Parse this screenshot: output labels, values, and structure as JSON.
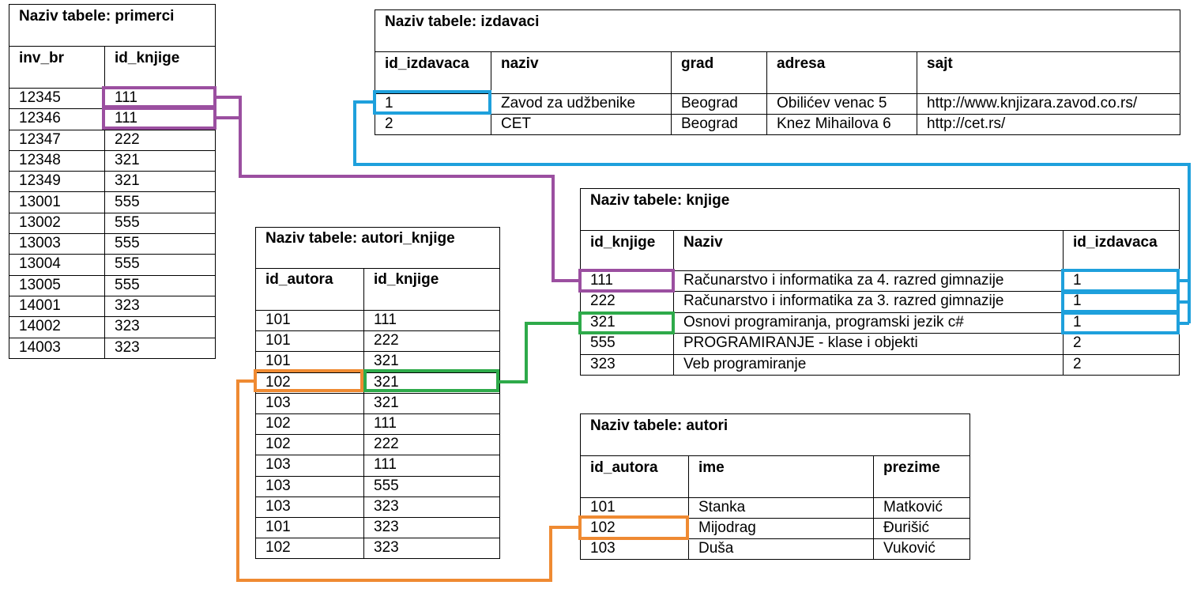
{
  "primerci": {
    "title": "Naziv tabele: primerci",
    "headers": [
      "inv_br",
      "id_knjige"
    ],
    "rows": [
      [
        "12345",
        "111"
      ],
      [
        "12346",
        "111"
      ],
      [
        "12347",
        "222"
      ],
      [
        "12348",
        "321"
      ],
      [
        "12349",
        "321"
      ],
      [
        "13001",
        "555"
      ],
      [
        "13002",
        "555"
      ],
      [
        "13003",
        "555"
      ],
      [
        "13004",
        "555"
      ],
      [
        "13005",
        "555"
      ],
      [
        "14001",
        "323"
      ],
      [
        "14002",
        "323"
      ],
      [
        "14003",
        "323"
      ]
    ]
  },
  "izdavaci": {
    "title": "Naziv tabele: izdavaci",
    "headers": [
      "id_izdavaca",
      "naziv",
      "grad",
      "adresa",
      "sajt"
    ],
    "rows": [
      [
        "1",
        "Zavod za udžbenike",
        "Beograd",
        "Obilićev venac 5",
        "http://www.knjizara.zavod.co.rs/"
      ],
      [
        "2",
        "CET",
        "Beograd",
        "Knez Mihailova 6",
        "http://cet.rs/"
      ]
    ]
  },
  "knjige": {
    "title": "Naziv tabele: knjige",
    "headers": [
      "id_knjige",
      "Naziv",
      "id_izdavaca"
    ],
    "rows": [
      [
        "111",
        "Računarstvo i informatika za 4. razred gimnazije",
        "1"
      ],
      [
        "222",
        "Računarstvo i informatika za 3. razred gimnazije",
        "1"
      ],
      [
        "321",
        "Osnovi programiranja, programski jezik c#",
        "1"
      ],
      [
        "555",
        "PROGRAMIRANJE - klase i objekti",
        "2"
      ],
      [
        "323",
        "Veb programiranje",
        "2"
      ]
    ]
  },
  "autori_knjige": {
    "title": "Naziv tabele: autori_knjige",
    "headers": [
      "id_autora",
      "id_knjige"
    ],
    "rows": [
      [
        "101",
        "111"
      ],
      [
        "101",
        "222"
      ],
      [
        "101",
        "321"
      ],
      [
        "102",
        "321"
      ],
      [
        "103",
        "321"
      ],
      [
        "102",
        "111"
      ],
      [
        "102",
        "222"
      ],
      [
        "103",
        "111"
      ],
      [
        "103",
        "555"
      ],
      [
        "103",
        "323"
      ],
      [
        "101",
        "323"
      ],
      [
        "102",
        "323"
      ]
    ]
  },
  "autori": {
    "title": "Naziv tabele: autori",
    "headers": [
      "id_autora",
      "ime",
      "prezime"
    ],
    "rows": [
      [
        "101",
        "Stanka",
        "Matković"
      ],
      [
        "102",
        "Mijodrag",
        "Đurišić"
      ],
      [
        "103",
        "Duša",
        "Vuković"
      ]
    ]
  },
  "link_colors": {
    "purple": "#9b4fa0",
    "blue": "#1ea0dc",
    "green": "#2eaa4a",
    "orange": "#ef8a32"
  }
}
